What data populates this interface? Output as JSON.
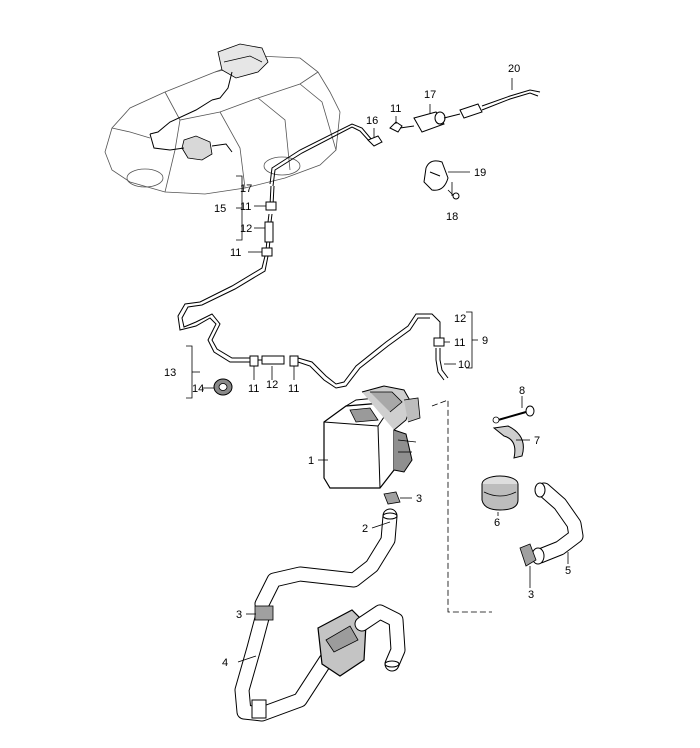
{
  "diagram": {
    "callouts": [
      {
        "id": "c20",
        "text": "20"
      },
      {
        "id": "c17a",
        "text": "17"
      },
      {
        "id": "c16",
        "text": "16"
      },
      {
        "id": "c11a",
        "text": "11"
      },
      {
        "id": "c19",
        "text": "19"
      },
      {
        "id": "c18",
        "text": "18"
      },
      {
        "id": "c17b",
        "text": "17"
      },
      {
        "id": "c15",
        "text": "15"
      },
      {
        "id": "c11b",
        "text": "11"
      },
      {
        "id": "c12a",
        "text": "12"
      },
      {
        "id": "c11c",
        "text": "11"
      },
      {
        "id": "c12b",
        "text": "12"
      },
      {
        "id": "c9",
        "text": "9"
      },
      {
        "id": "c11d",
        "text": "11"
      },
      {
        "id": "c10",
        "text": "10"
      },
      {
        "id": "c13",
        "text": "13"
      },
      {
        "id": "c14",
        "text": "14"
      },
      {
        "id": "c11e",
        "text": "11"
      },
      {
        "id": "c12c",
        "text": "12"
      },
      {
        "id": "c11f",
        "text": "11"
      },
      {
        "id": "c8",
        "text": "8"
      },
      {
        "id": "c7",
        "text": "7"
      },
      {
        "id": "c1",
        "text": "1"
      },
      {
        "id": "c3a",
        "text": "3"
      },
      {
        "id": "c2",
        "text": "2"
      },
      {
        "id": "c6",
        "text": "6"
      },
      {
        "id": "c5",
        "text": "5"
      },
      {
        "id": "c3b",
        "text": "3"
      },
      {
        "id": "c3c",
        "text": "3"
      },
      {
        "id": "c4",
        "text": "4"
      }
    ]
  }
}
